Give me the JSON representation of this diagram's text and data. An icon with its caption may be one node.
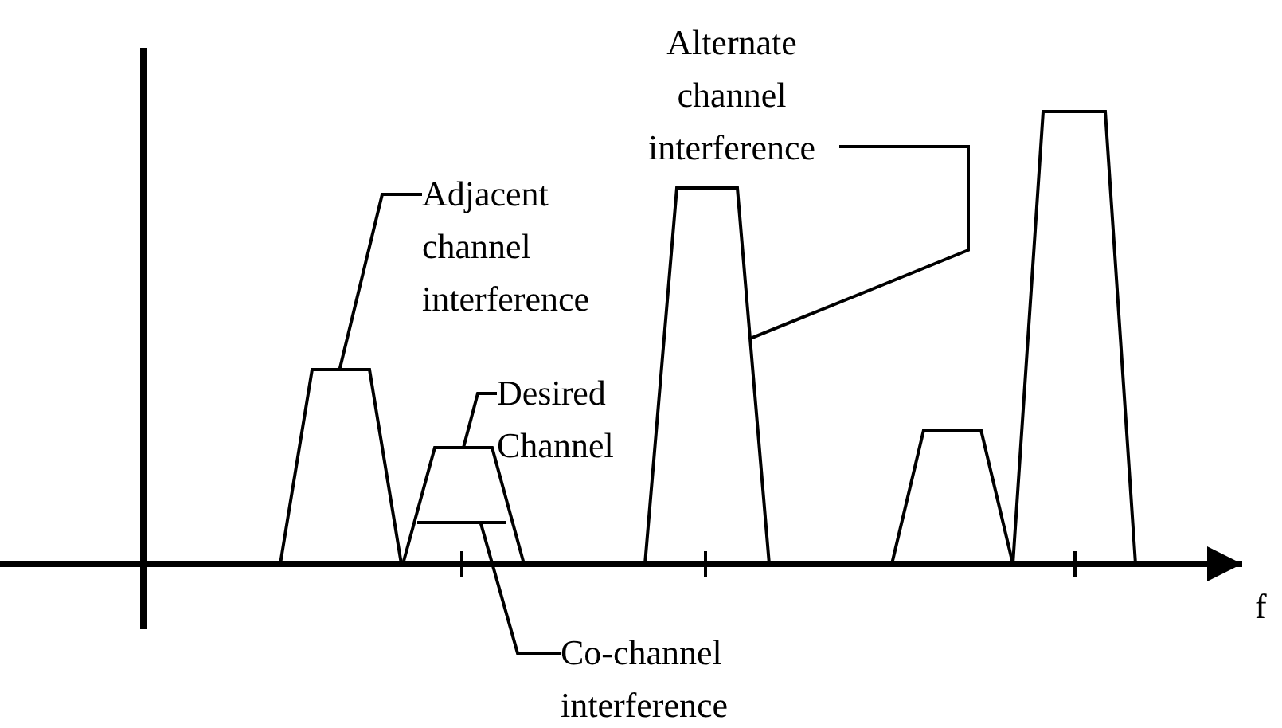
{
  "diagram": {
    "nodes": [
      {
        "text": [
          "Adjacent channel interference"
        ]
      },
      {
        "text": [],
        "shape": "trapezoid"
      },
      {
        "text": [
          "Desired Channel"
        ]
      },
      {
        "text": [],
        "shape": "trapezoid"
      },
      {
        "text": [],
        "shape": "bar",
        "in": 3
      },
      {
        "text": [
          "Co-channel interference"
        ]
      },
      {
        "text": [
          "Alternate channel interference"
        ]
      },
      {
        "text": [],
        "shape": "trapezoid"
      },
      {
        "text": [],
        "shape": "trapezoid"
      },
      {
        "text": [],
        "shape": "trapezoid"
      }
    ],
    "edges": [
      {
        "from": 0,
        "to": 1,
        "arrow": "none"
      },
      {
        "from": 2,
        "to": 3,
        "arrow": "none"
      },
      {
        "from": 5,
        "to": 4,
        "arrow": "none"
      },
      {
        "from": 6,
        "to": 7,
        "arrow": "none"
      }
    ],
    "labels": [
      "f"
    ]
  }
}
